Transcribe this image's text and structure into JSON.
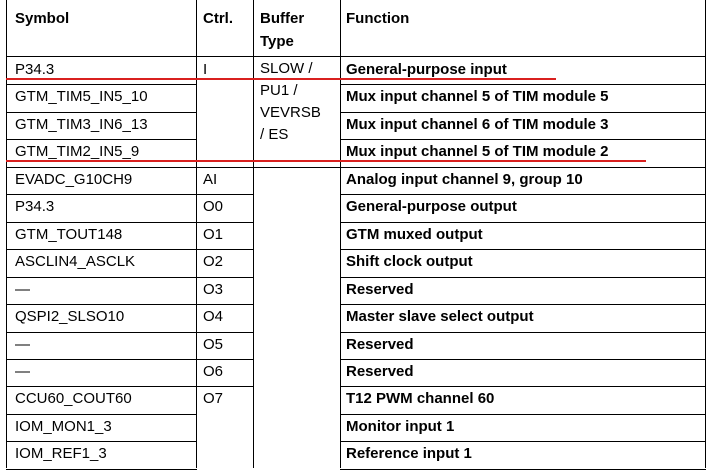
{
  "header": {
    "symbol": "Symbol",
    "ctrl": "Ctrl.",
    "buffer_line1": "Buffer",
    "buffer_line2": "Type",
    "function": "Function"
  },
  "buffer_type_lines": [
    "SLOW /",
    "PU1 /",
    "VEVRSB",
    "/ ES"
  ],
  "rows": [
    {
      "symbol": "P34.3",
      "ctrl": "I",
      "function": "General-purpose input"
    },
    {
      "symbol": "GTM_TIM5_IN5_10",
      "ctrl": "",
      "function": "Mux input channel 5 of TIM module 5"
    },
    {
      "symbol": "GTM_TIM3_IN6_13",
      "ctrl": "",
      "function": "Mux input channel 6 of TIM module 3"
    },
    {
      "symbol": "GTM_TIM2_IN5_9",
      "ctrl": "",
      "function": "Mux input channel 5 of TIM module 2"
    },
    {
      "symbol": "EVADC_G10CH9",
      "ctrl": "AI",
      "function": "Analog input channel 9, group 10"
    },
    {
      "symbol": "P34.3",
      "ctrl": "O0",
      "function": "General-purpose output"
    },
    {
      "symbol": "GTM_TOUT148",
      "ctrl": "O1",
      "function": "GTM muxed output"
    },
    {
      "symbol": "ASCLIN4_ASCLK",
      "ctrl": "O2",
      "function": "Shift clock output"
    },
    {
      "symbol": "—",
      "ctrl": "O3",
      "function": "Reserved"
    },
    {
      "symbol": "QSPI2_SLSO10",
      "ctrl": "O4",
      "function": "Master slave select output"
    },
    {
      "symbol": "—",
      "ctrl": "O5",
      "function": "Reserved"
    },
    {
      "symbol": "—",
      "ctrl": "O6",
      "function": "Reserved"
    },
    {
      "symbol": "CCU60_COUT60",
      "ctrl": "O7",
      "function": "T12 PWM channel 60"
    },
    {
      "symbol": "IOM_MON1_3",
      "ctrl": "",
      "function": "Monitor input 1"
    },
    {
      "symbol": "IOM_REF1_3",
      "ctrl": "",
      "function": "Reference input 1"
    }
  ],
  "colors": {
    "annotation_underline": "#d9201f",
    "grid": "#000000"
  }
}
